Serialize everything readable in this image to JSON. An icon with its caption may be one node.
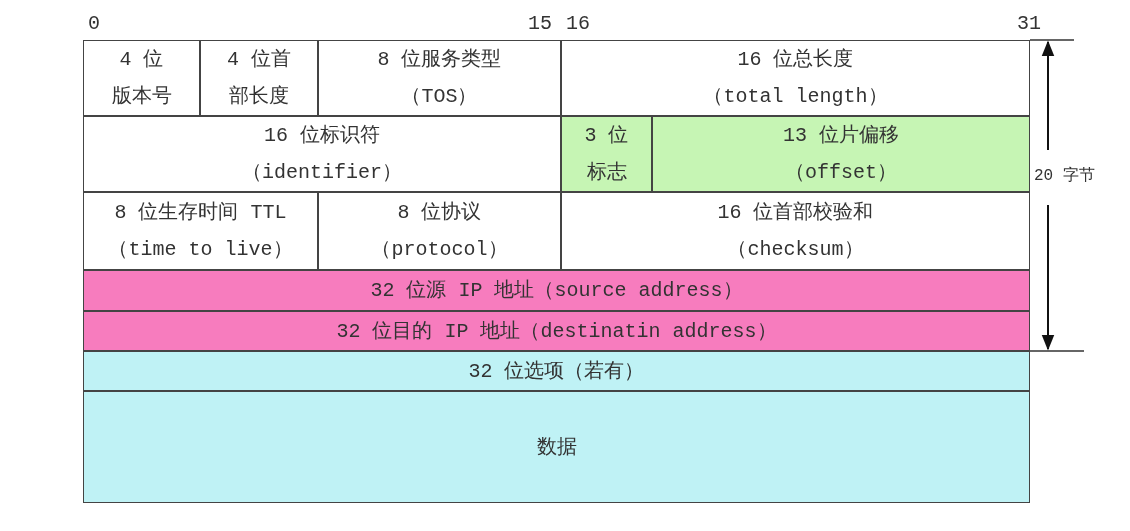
{
  "diagram": {
    "nodes": [
      {
        "text": [
          "4 位",
          "版本号"
        ]
      },
      {
        "text": [
          "4 位首",
          "部长度"
        ]
      },
      {
        "text": [
          "8 位服务类型",
          "（TOS）"
        ]
      },
      {
        "text": [
          "16 位总长度",
          "（total length）"
        ]
      },
      {
        "text": [
          "16 位标识符",
          "（identifier）"
        ]
      },
      {
        "text": [
          "3 位",
          "标志"
        ]
      },
      {
        "text": [
          "13 位片偏移",
          "（offset）"
        ]
      },
      {
        "text": [
          "8 位生存时间 TTL",
          "（time to live）"
        ]
      },
      {
        "text": [
          "8 位协议",
          "（protocol）"
        ]
      },
      {
        "text": [
          "16 位首部校验和",
          "（checksum）"
        ]
      },
      {
        "text": [
          "32 位源 IP 地址（source address）"
        ]
      },
      {
        "text": [
          "32 位目的 IP 地址（destinatin address）"
        ]
      },
      {
        "text": [
          "32 位选项（若有）"
        ]
      },
      {
        "text": [
          "数据"
        ]
      }
    ],
    "edges": [],
    "labels": [
      "0",
      "15",
      "16",
      "31",
      "20 字节"
    ]
  }
}
